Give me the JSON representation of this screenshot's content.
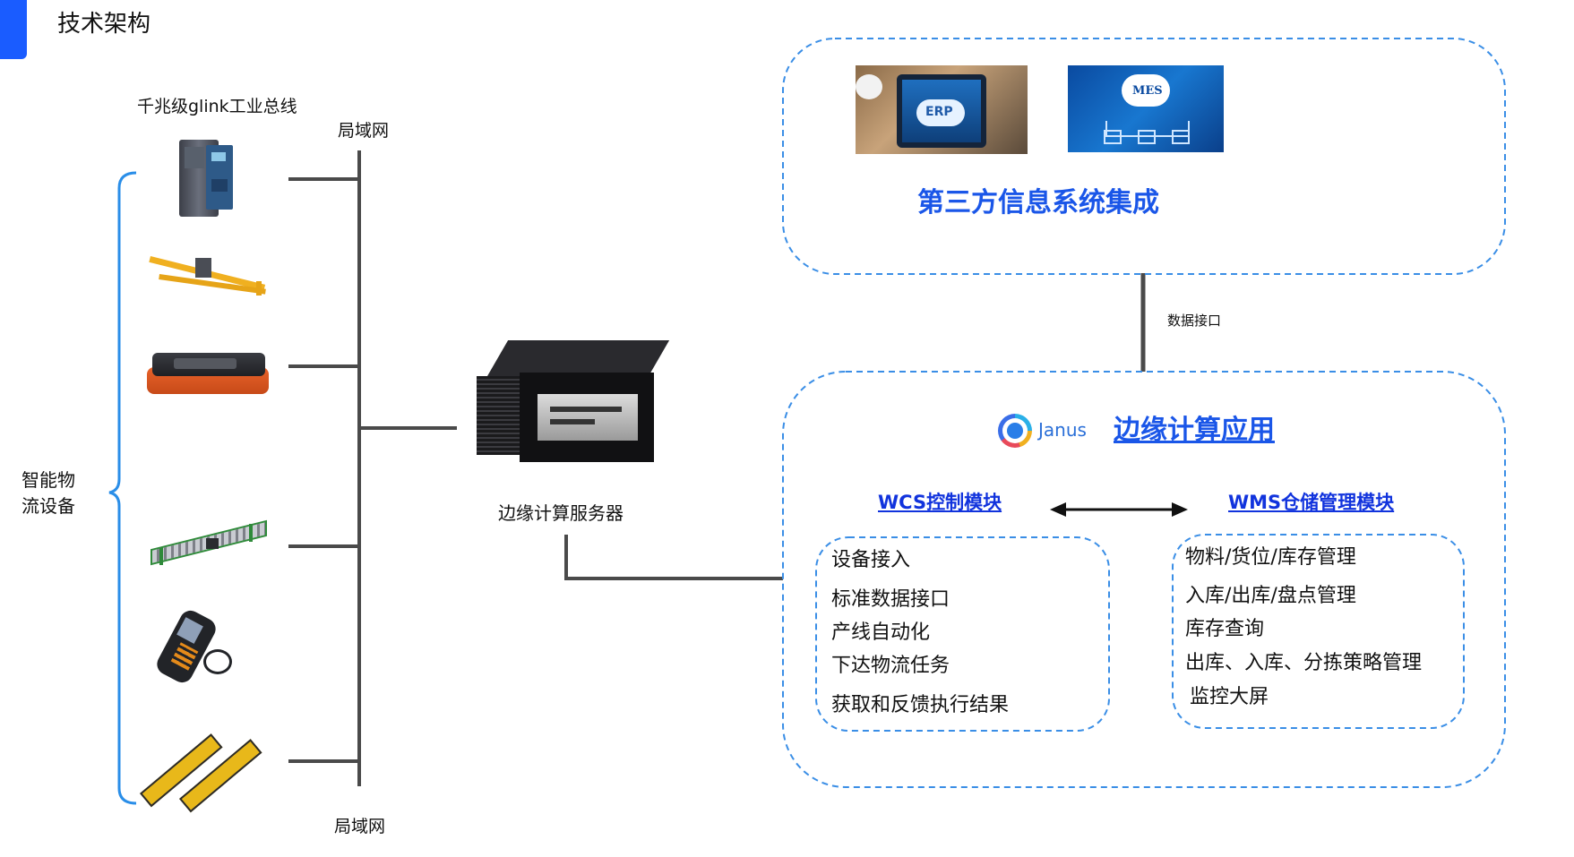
{
  "header": {
    "title": "技术架构"
  },
  "left": {
    "bus_label": "千兆级glink工业总线",
    "lan_top": "局域网",
    "lan_bottom": "局域网",
    "group_label_line1": "智能物",
    "group_label_line2": "流设备"
  },
  "server": {
    "label": "边缘计算服务器"
  },
  "third_party": {
    "erp_text": "ERP",
    "mes_text": "MES",
    "title": "第三方信息系统集成"
  },
  "interface": {
    "label": "数据接口"
  },
  "edge": {
    "logo_text": "Janus",
    "title": "边缘计算应用",
    "wcs": {
      "title": "WCS控制模块",
      "items": [
        "设备接入",
        "标准数据接口",
        "产线自动化",
        "下达物流任务",
        "获取和反馈执行结果"
      ]
    },
    "wms": {
      "title": "WMS仓储管理模块",
      "items": [
        "物料/货位/库存管理",
        "入库/出库/盘点管理",
        "库存查询",
        "出库、入库、分拣策略管理",
        "监控大屏"
      ]
    }
  },
  "colors": {
    "accent": "#1a5cff",
    "dash": "#3a8ee6",
    "line": "#4a4a4a",
    "link": "#1133dd"
  }
}
